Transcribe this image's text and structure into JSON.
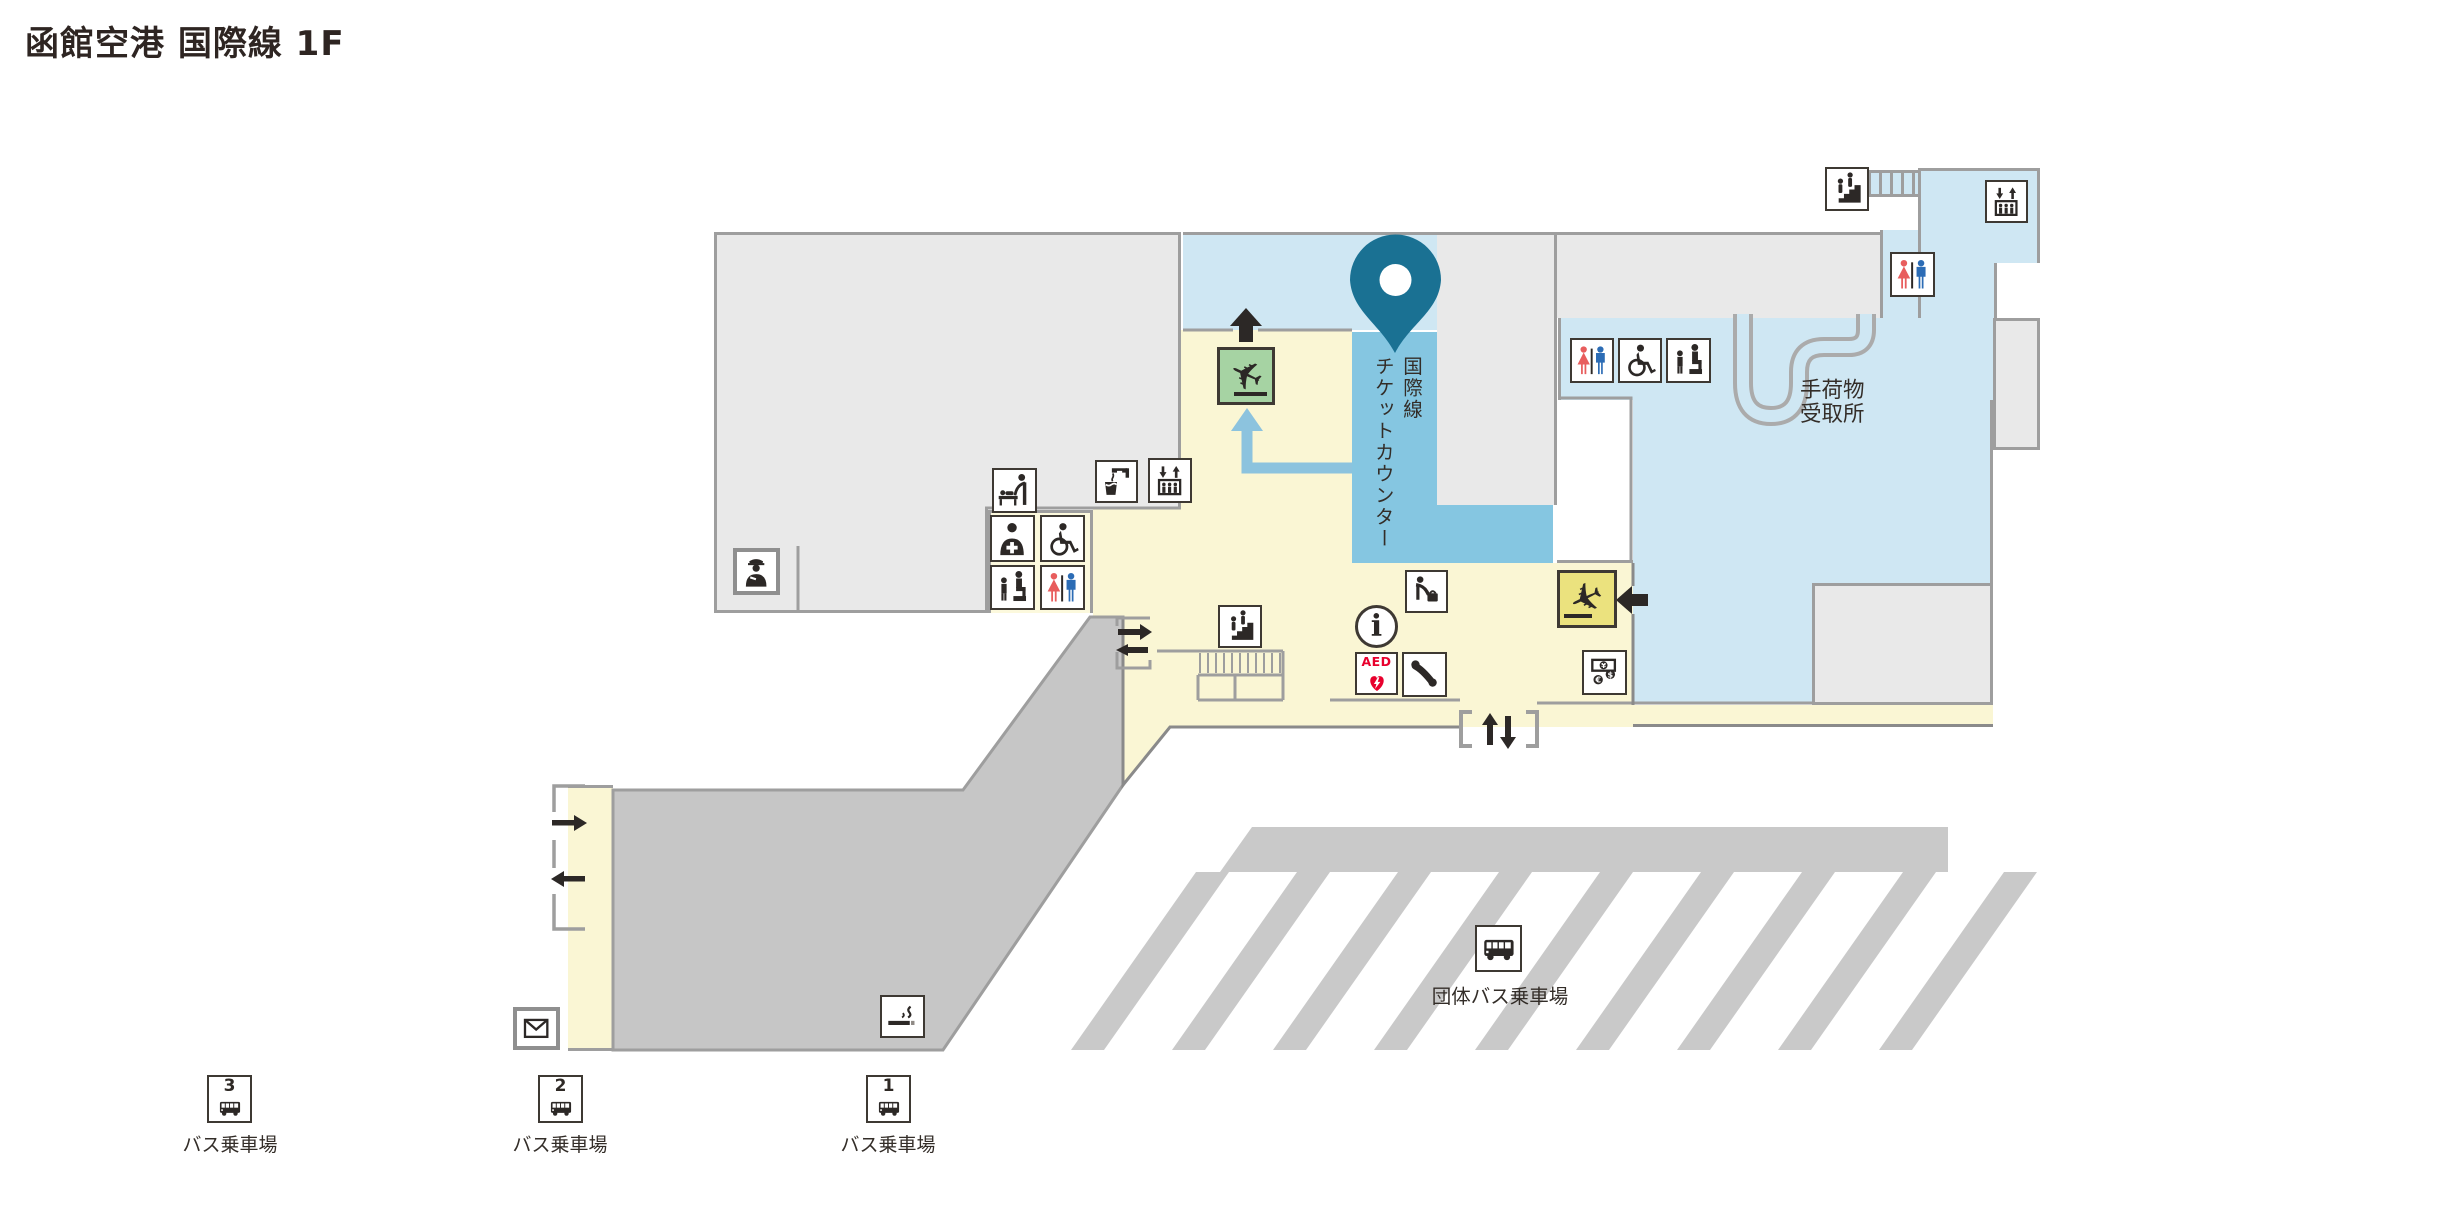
{
  "title": "函館空港 国際線 1F",
  "map": {
    "counter_line1": "国際線",
    "counter_line2": "チケットカウンター",
    "baggage_line1": "手荷物",
    "baggage_line2": "受取所",
    "group_bus_label": "団体バス乗車場",
    "aed_label": "AED",
    "info_glyph": "i"
  },
  "bus_stops": [
    {
      "number": "3",
      "label": "バス乗車場"
    },
    {
      "number": "2",
      "label": "バス乗車場"
    },
    {
      "number": "1",
      "label": "バス乗車場"
    }
  ],
  "legend_icons": [
    "location-pin",
    "stairs",
    "elevator",
    "toilet",
    "wheelchair",
    "baby-care",
    "nursing-room",
    "diaper-change",
    "first-aid",
    "police",
    "drinking-water",
    "baggage-storage",
    "information",
    "aed",
    "public-phone",
    "currency-exchange",
    "departures",
    "arrivals",
    "smoking-area",
    "post-box",
    "bus"
  ],
  "colors": {
    "pin": "#1a7193",
    "zone_yellow": "#faf6d4",
    "zone_blue": "#cfe7f3",
    "counter_blue": "#85c6e1",
    "building_gray": "#e9e9e9",
    "walkway_gray": "#c6c6c6",
    "parking_gray": "#c9c9c9",
    "outline_gray": "#9e9e9e",
    "departure_green": "#a6d3a3",
    "arrival_yellow": "#ebe27e",
    "toilet_red": "#e85d5d",
    "toilet_blue": "#2c6cb5",
    "aed_red": "#e8002d",
    "ink": "#2e2925"
  }
}
